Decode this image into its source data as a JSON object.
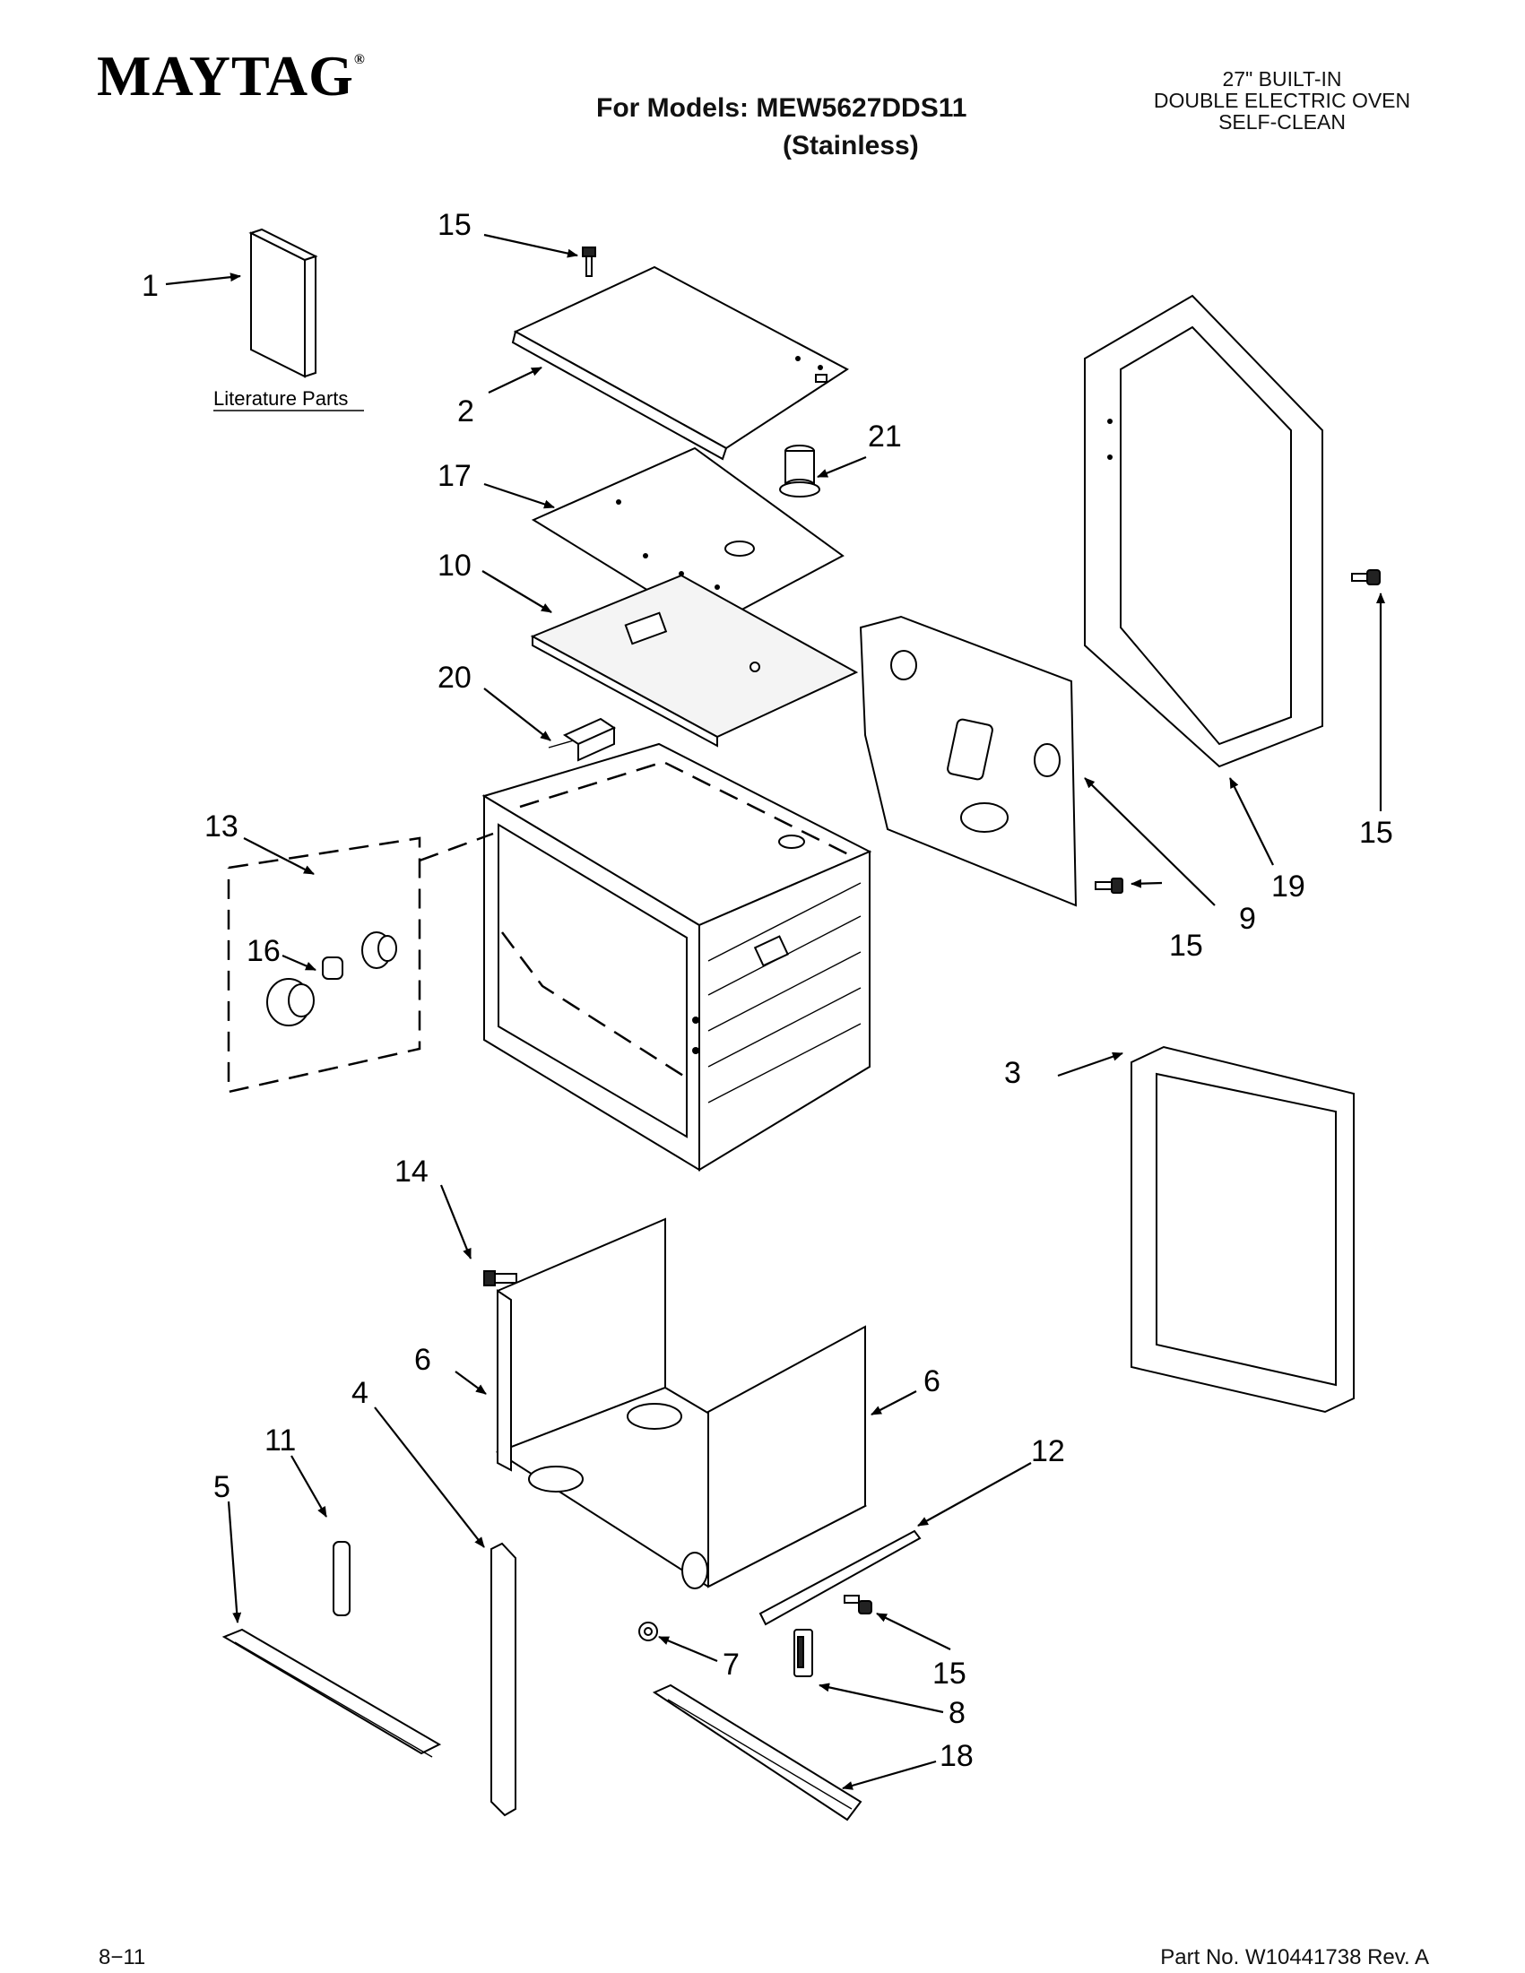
{
  "header": {
    "brand": "MAYTAG",
    "brand_mark": "®",
    "models_line": "For Models: MEW5627DDS11",
    "variant_line": "(Stainless)",
    "product_lines": [
      "27\" BUILT-IN",
      "DOUBLE ELECTRIC OVEN",
      "SELF-CLEAN"
    ]
  },
  "diagram": {
    "literature_label": "Literature Parts",
    "callouts": {
      "c1": "1",
      "c2": "2",
      "c3": "3",
      "c4": "4",
      "c5": "5",
      "c6a": "6",
      "c6b": "6",
      "c7": "7",
      "c8": "8",
      "c9": "9",
      "c10": "10",
      "c11": "11",
      "c12": "12",
      "c13": "13",
      "c14": "14",
      "c15a": "15",
      "c15b": "15",
      "c15c": "15",
      "c15d": "15",
      "c16": "16",
      "c17": "17",
      "c18": "18",
      "c19": "19",
      "c20": "20",
      "c21": "21"
    }
  },
  "footer": {
    "date": "8−11",
    "part_number": "Part No. W10441738 Rev. A"
  }
}
